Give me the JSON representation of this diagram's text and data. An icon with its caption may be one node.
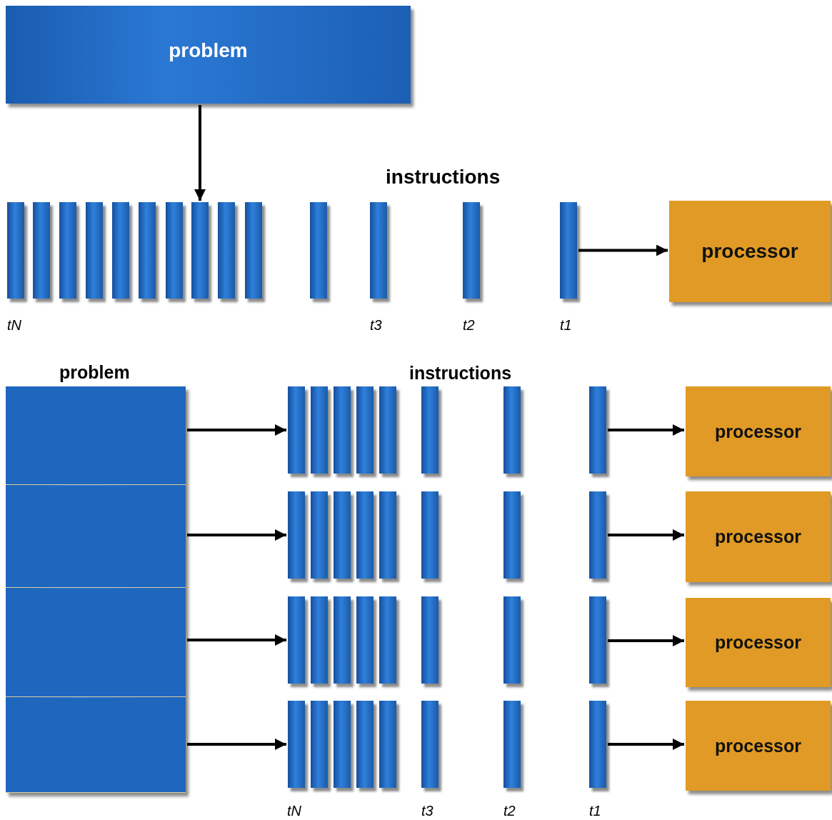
{
  "diagram": {
    "nodes": [
      {
        "text": [
          "problem"
        ]
      },
      {
        "text": [],
        "shape": "bar"
      },
      {
        "text": [],
        "shape": "bar"
      },
      {
        "text": [],
        "shape": "bar"
      },
      {
        "text": [],
        "shape": "bar"
      },
      {
        "text": [],
        "shape": "bar"
      },
      {
        "text": [],
        "shape": "bar"
      },
      {
        "text": [],
        "shape": "bar"
      },
      {
        "text": [],
        "shape": "bar"
      },
      {
        "text": [],
        "shape": "bar"
      },
      {
        "text": [],
        "shape": "bar"
      },
      {
        "text": [],
        "shape": "bar"
      },
      {
        "text": [],
        "shape": "bar"
      },
      {
        "text": [],
        "shape": "bar"
      },
      {
        "text": [],
        "shape": "bar"
      },
      {
        "text": [
          "processor"
        ]
      },
      {
        "text": [
          "problem"
        ]
      },
      {
        "text": [],
        "shape": "box",
        "in": 16
      },
      {
        "text": [],
        "shape": "box",
        "in": 16
      },
      {
        "text": [],
        "shape": "box",
        "in": 16
      },
      {
        "text": [],
        "shape": "box",
        "in": 16
      },
      {
        "text": [],
        "shape": "bar"
      },
      {
        "text": [],
        "shape": "bar"
      },
      {
        "text": [],
        "shape": "bar"
      },
      {
        "text": [],
        "shape": "bar"
      },
      {
        "text": [],
        "shape": "bar"
      },
      {
        "text": [],
        "shape": "bar"
      },
      {
        "text": [],
        "shape": "bar"
      },
      {
        "text": [],
        "shape": "bar"
      },
      {
        "text": [
          "processor"
        ]
      },
      {
        "text": [],
        "shape": "bar"
      },
      {
        "text": [],
        "shape": "bar"
      },
      {
        "text": [],
        "shape": "bar"
      },
      {
        "text": [],
        "shape": "bar"
      },
      {
        "text": [],
        "shape": "bar"
      },
      {
        "text": [],
        "shape": "bar"
      },
      {
        "text": [],
        "shape": "bar"
      },
      {
        "text": [],
        "shape": "bar"
      },
      {
        "text": [
          "processor"
        ]
      },
      {
        "text": [],
        "shape": "bar"
      },
      {
        "text": [],
        "shape": "bar"
      },
      {
        "text": [],
        "shape": "bar"
      },
      {
        "text": [],
        "shape": "bar"
      },
      {
        "text": [],
        "shape": "bar"
      },
      {
        "text": [],
        "shape": "bar"
      },
      {
        "text": [],
        "shape": "bar"
      },
      {
        "text": [],
        "shape": "bar"
      },
      {
        "text": [
          "processor"
        ]
      },
      {
        "text": [],
        "shape": "bar"
      },
      {
        "text": [],
        "shape": "bar"
      },
      {
        "text": [],
        "shape": "bar"
      },
      {
        "text": [],
        "shape": "bar"
      },
      {
        "text": [],
        "shape": "bar"
      },
      {
        "text": [],
        "shape": "bar"
      },
      {
        "text": [],
        "shape": "bar"
      },
      {
        "text": [],
        "shape": "bar"
      },
      {
        "text": [
          "processor"
        ]
      }
    ],
    "edges": [
      {
        "from": 0,
        "to": 8,
        "arrow": "to"
      },
      {
        "from": 14,
        "to": 15,
        "arrow": "to"
      },
      {
        "from": 17,
        "to": 21,
        "arrow": "to"
      },
      {
        "from": 28,
        "to": 29,
        "arrow": "to"
      },
      {
        "from": 18,
        "to": 30,
        "arrow": "to"
      },
      {
        "from": 37,
        "to": 38,
        "arrow": "to"
      },
      {
        "from": 19,
        "to": 39,
        "arrow": "to"
      },
      {
        "from": 46,
        "to": 47,
        "arrow": "to"
      },
      {
        "from": 20,
        "to": 48,
        "arrow": "to"
      },
      {
        "from": 55,
        "to": 56,
        "arrow": "to"
      }
    ],
    "labels": [
      "instructions",
      "tN",
      "t3",
      "t2",
      "t1",
      "instructions",
      "tN",
      "t3",
      "t2",
      "t1"
    ]
  }
}
